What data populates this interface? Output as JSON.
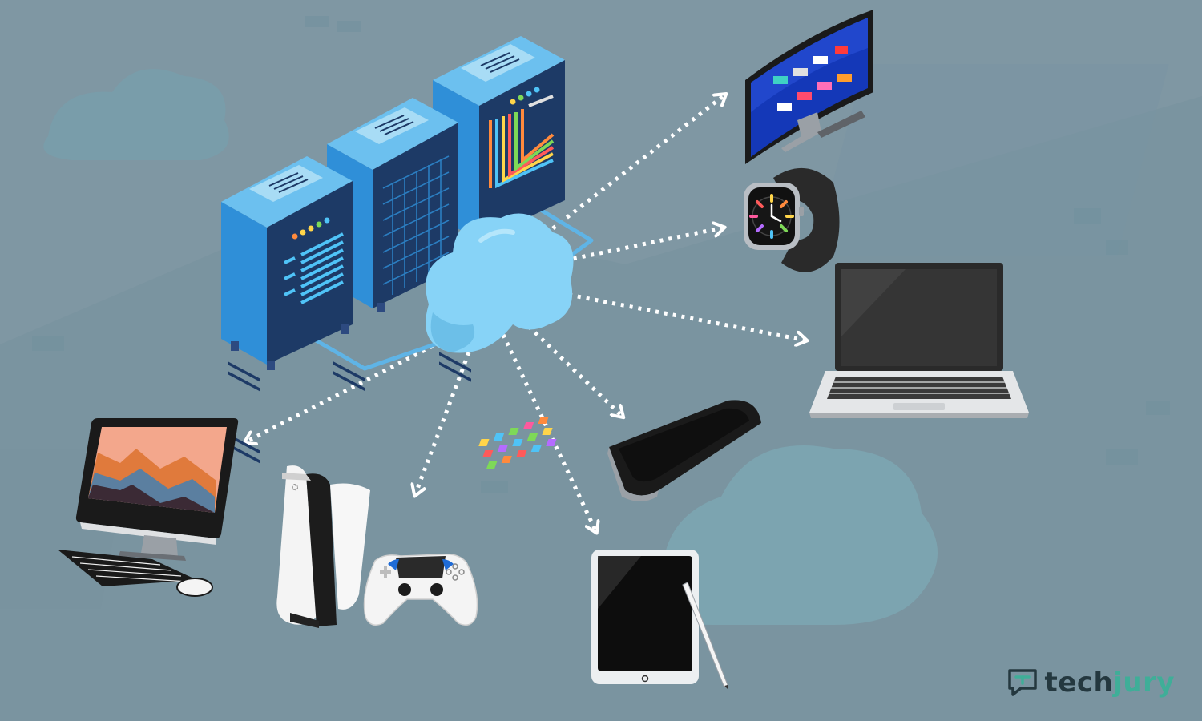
{
  "branding": {
    "logo_icon": "chat-bubble-icon",
    "word_part_1": "tech",
    "word_part_2": "jury"
  },
  "nodes": [
    {
      "id": "servers",
      "icon": "server-rack-icon"
    },
    {
      "id": "cloud",
      "icon": "cloud-icon"
    },
    {
      "id": "tv",
      "icon": "smart-tv-icon"
    },
    {
      "id": "watch",
      "icon": "smartwatch-icon"
    },
    {
      "id": "laptop",
      "icon": "laptop-icon"
    },
    {
      "id": "phone",
      "icon": "smartphone-icon"
    },
    {
      "id": "tablet",
      "icon": "tablet-with-stylus-icon"
    },
    {
      "id": "console",
      "icon": "game-console-icon"
    },
    {
      "id": "desktop",
      "icon": "desktop-computer-icon"
    }
  ],
  "edges": [
    {
      "from": "cloud",
      "to": "tv"
    },
    {
      "from": "cloud",
      "to": "watch"
    },
    {
      "from": "cloud",
      "to": "laptop"
    },
    {
      "from": "cloud",
      "to": "phone"
    },
    {
      "from": "cloud",
      "to": "tablet"
    },
    {
      "from": "cloud",
      "to": "console"
    },
    {
      "from": "cloud",
      "to": "desktop"
    }
  ],
  "colors": {
    "background": "#7f97a3",
    "server_blue": "#2f8fd8",
    "server_dark": "#1d3a66",
    "cloud_light": "#87d3f7",
    "arrow": "#ffffff",
    "brand_dark": "#24383f",
    "brand_accent": "#3fae98"
  }
}
